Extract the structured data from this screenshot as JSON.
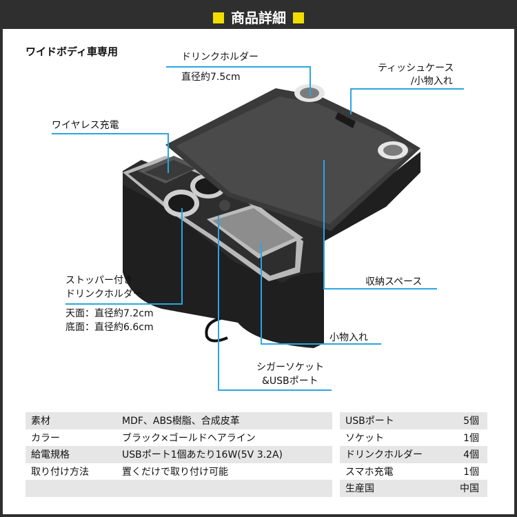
{
  "header": {
    "title": "商品詳細"
  },
  "subtitle": "ワイドボディ車専用",
  "callouts": {
    "drink_holder": {
      "line1": "ドリンクホルダー",
      "line2": "直径約7.5cm"
    },
    "tissue": {
      "line1": "ティッシュケース",
      "line2": "/小物入れ"
    },
    "wireless": "ワイヤレス充電",
    "stopper": {
      "line1": "ストッパー付き",
      "line2": "ドリンクホルダー",
      "top": "天面：直径約7.2cm",
      "bottom": "底面：直径約6.6cm"
    },
    "storage": "収納スペース",
    "small": "小物入れ",
    "cigar": {
      "line1": "シガーソケット",
      "line2": "&USBポート"
    }
  },
  "spec": [
    {
      "k": "素材",
      "v": "MDF、ABS樹脂、合成皮革"
    },
    {
      "k": "カラー",
      "v": "ブラック×ゴールドヘアライン"
    },
    {
      "k": "給電規格",
      "v": "USBポート1個あたり16W(5V 3.2A)"
    },
    {
      "k": "取り付け方法",
      "v": "置くだけで取り付け可能"
    },
    {
      "k": "",
      "v": ""
    }
  ],
  "counts": [
    {
      "k": "USBポート",
      "v": "5個"
    },
    {
      "k": "ソケット",
      "v": "1個"
    },
    {
      "k": "ドリンクホルダー",
      "v": "4個"
    },
    {
      "k": "スマホ充電",
      "v": "1個"
    },
    {
      "k": "生産国",
      "v": "中国"
    }
  ]
}
